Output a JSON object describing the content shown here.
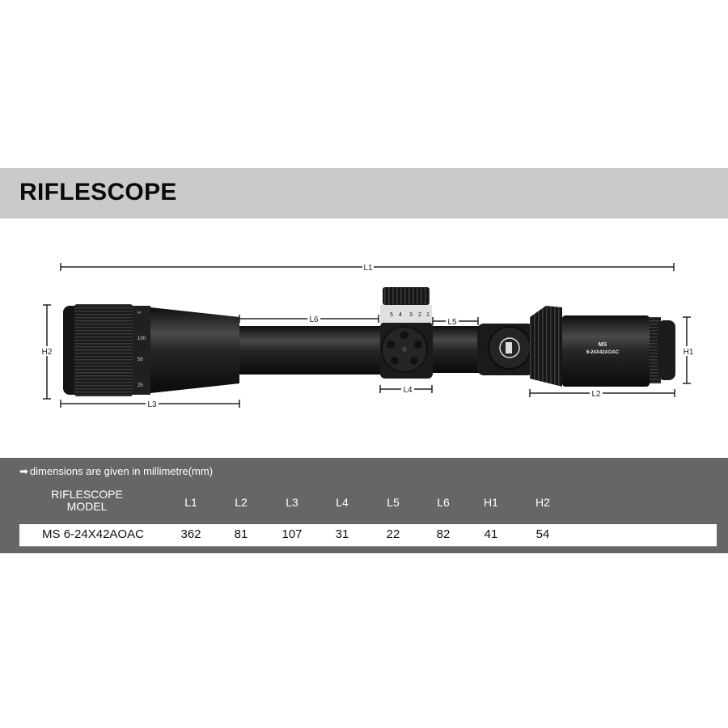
{
  "title": "RIFLESCOPE",
  "diagram": {
    "labels": {
      "L1": "L1",
      "L2": "L2",
      "L3": "L3",
      "L4": "L4",
      "L5": "L5",
      "L6": "L6",
      "H1": "H1",
      "H2": "H2"
    },
    "scope_marking_line1": "MS",
    "scope_marking_line2": "6-24X42AOAC",
    "turret_numbers": [
      "5",
      "4",
      "3",
      "2",
      "1"
    ],
    "ao_ring_numbers": [
      "25",
      "50",
      "100",
      "∞"
    ]
  },
  "specs": {
    "note_icon": "right-arrow-icon",
    "note_arrow": "➡",
    "note": "dimensions are given in millimetre(mm)",
    "header_model_line1": "RIFLESCOPE",
    "header_model_line2": "MODEL",
    "columns": [
      "L1",
      "L2",
      "L3",
      "L4",
      "L5",
      "L6",
      "H1",
      "H2"
    ],
    "rows": [
      {
        "model": "MS 6-24X42AOAC",
        "values": [
          "362",
          "81",
          "107",
          "31",
          "22",
          "82",
          "41",
          "54"
        ]
      }
    ]
  },
  "colors": {
    "title_bar_bg": "#cacaca",
    "spec_panel_bg": "#666666",
    "row_bg": "#ffffff",
    "scope_body": "#1c1c1c"
  }
}
